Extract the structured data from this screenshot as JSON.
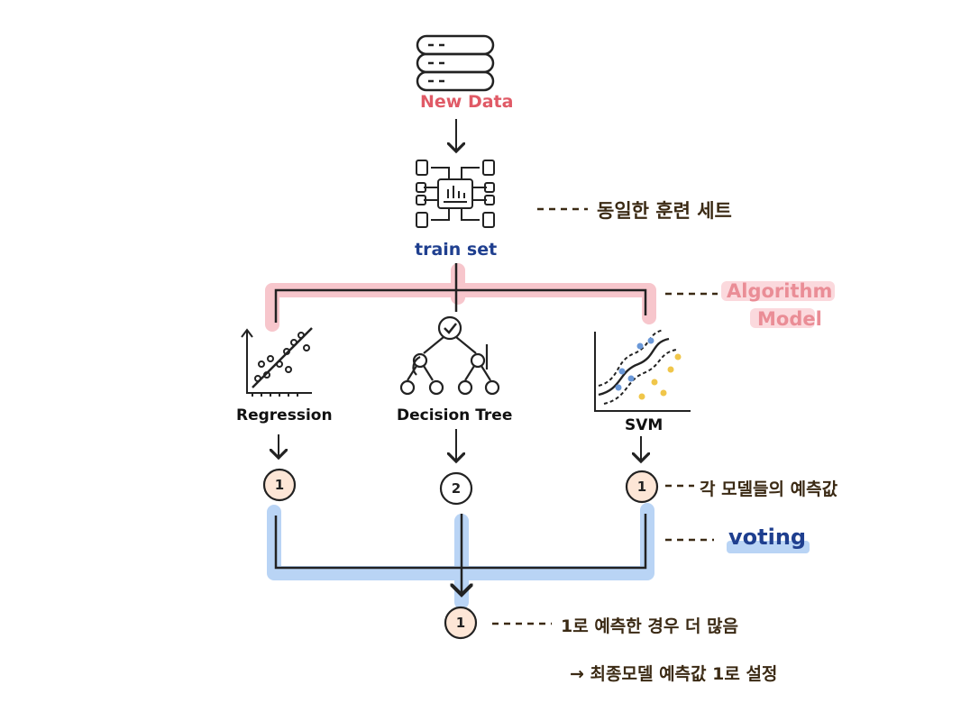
{
  "nodes": {
    "new_data": "New Data",
    "train_set": "train set",
    "regression": "Regression",
    "decision_tree": "Decision Tree",
    "svm": "SVM"
  },
  "annotations": {
    "same_train_set": "동일한 훈련 세트",
    "algorithm_line1": "Algorithm",
    "algorithm_line2": "Model",
    "each_prediction": "각 모델들의 예측값",
    "voting": "voting",
    "majority": "1로 예측한 경우 더 많음",
    "final": "→ 최종모델 예측값 1로 설정"
  },
  "predictions": {
    "regression": "1",
    "decision_tree": "2",
    "svm": "1",
    "final": "1"
  },
  "colors": {
    "red_label": "#e05a66",
    "blue_label": "#1f3f8f",
    "pink_highlight": "#f7c6cc",
    "blue_highlight": "#b9d4f5",
    "badge_fill": "#fde6d6",
    "note_text": "#3b2a14"
  }
}
